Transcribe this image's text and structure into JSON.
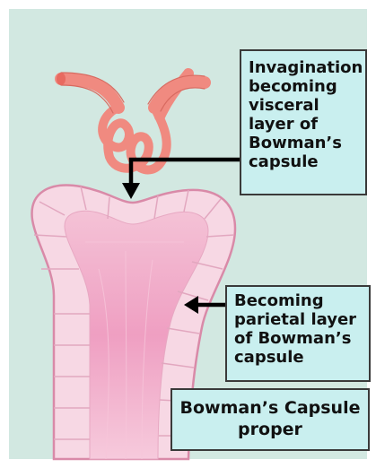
{
  "labels": {
    "visceral": [
      "Invagination",
      "becoming",
      "visceral",
      "layer of",
      "Bowman’s",
      "capsule"
    ],
    "parietal": [
      "Becoming",
      "parietal layer",
      "of Bowman’s",
      "capsule"
    ],
    "proper": [
      "Bowman’s Capsule",
      "proper"
    ]
  },
  "colors": {
    "background": "#d2e8e1",
    "label_fill": "#c9efef",
    "glomerulus": "#f08a80",
    "capsule_wall": "#f7d8e4",
    "capsule_interior": "#f0aac8",
    "arrow": "#000000"
  }
}
